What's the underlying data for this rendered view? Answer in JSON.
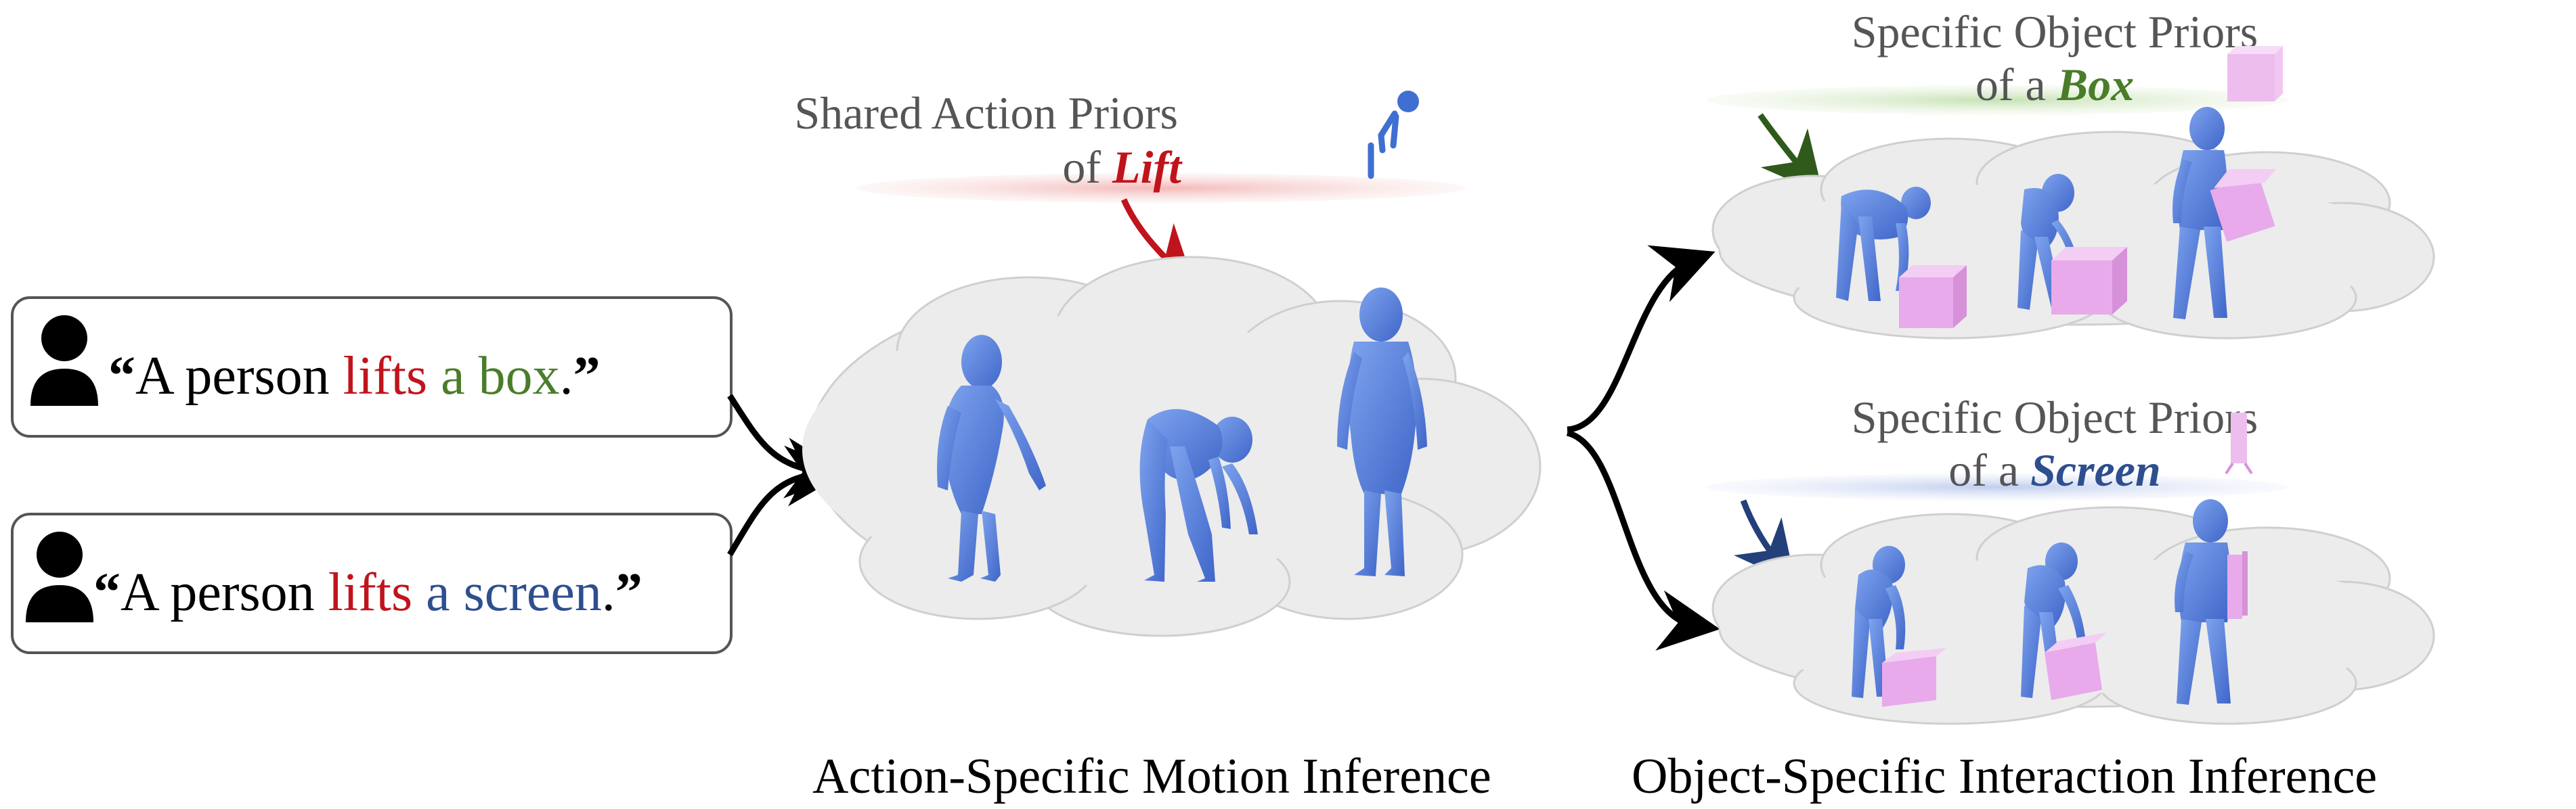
{
  "prompts": [
    {
      "open_quote": "“",
      "subject": "A person ",
      "verb": "lifts",
      "object": " a box",
      "tail": ".",
      "close_quote": "”"
    },
    {
      "open_quote": "“",
      "subject": "A person ",
      "verb": "lifts",
      "object": " a screen",
      "tail": ".",
      "close_quote": "”"
    }
  ],
  "action_prior": {
    "line1": "Shared Action Priors",
    "line2_prefix": "of ",
    "keyword": "Lift"
  },
  "box_prior": {
    "line1": "Specific Object Priors",
    "line2_prefix": "of a ",
    "keyword": "Box"
  },
  "screen_prior": {
    "line1": "Specific Object Priors",
    "line2_prefix": "of a ",
    "keyword": "Screen"
  },
  "captions": {
    "left": "Action-Specific Motion Inference",
    "right": "Object-Specific Interaction Inference"
  },
  "icons": [
    "user-icon",
    "lift-pose-icon",
    "box-object-icon",
    "screen-object-icon"
  ],
  "colors": {
    "action": "#c0141c",
    "box": "#4a7d2a",
    "screen": "#2e4f8f",
    "human": "#5a86e0",
    "object": "#e6a8ea"
  }
}
